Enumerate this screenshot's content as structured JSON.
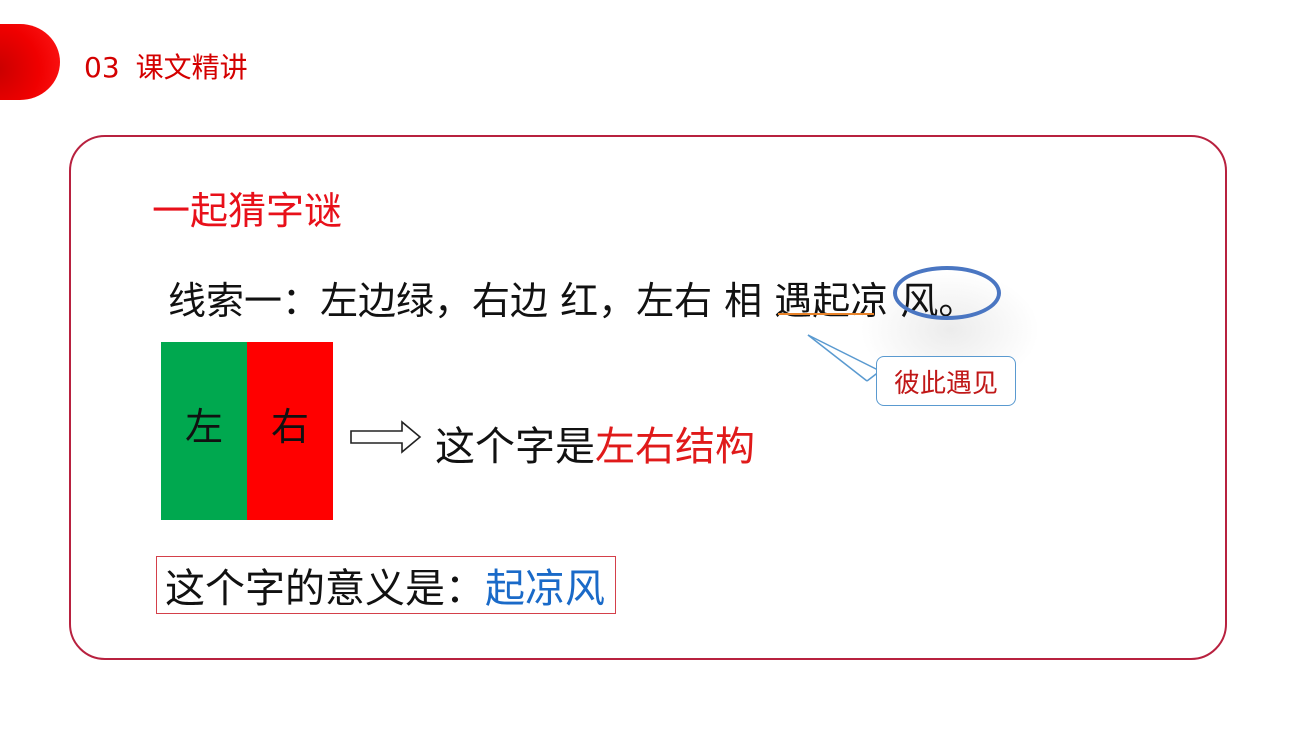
{
  "header": {
    "section_number": "03",
    "section_title": "课文精讲",
    "accent_color": "#e00000"
  },
  "card": {
    "border_color": "#b8213f",
    "heading": "一起猜字谜",
    "clue": {
      "text": "线索一：左边绿，右边 红，左右 相 遇起凉 风。",
      "underlined_phrase": "相 遇",
      "circled_phrase": "凉 风"
    },
    "callout": {
      "text": "彼此遇见"
    },
    "diagram": {
      "left_label": "左",
      "left_color": "#00a84f",
      "right_label": "右",
      "right_color": "#ff0000",
      "arrow_icon": "hollow-right-arrow"
    },
    "structure_statement": {
      "prefix": "这个字是",
      "highlight": "左右结构"
    },
    "meaning_statement": {
      "prefix": "这个字的意义是：",
      "highlight": "起凉风"
    }
  }
}
